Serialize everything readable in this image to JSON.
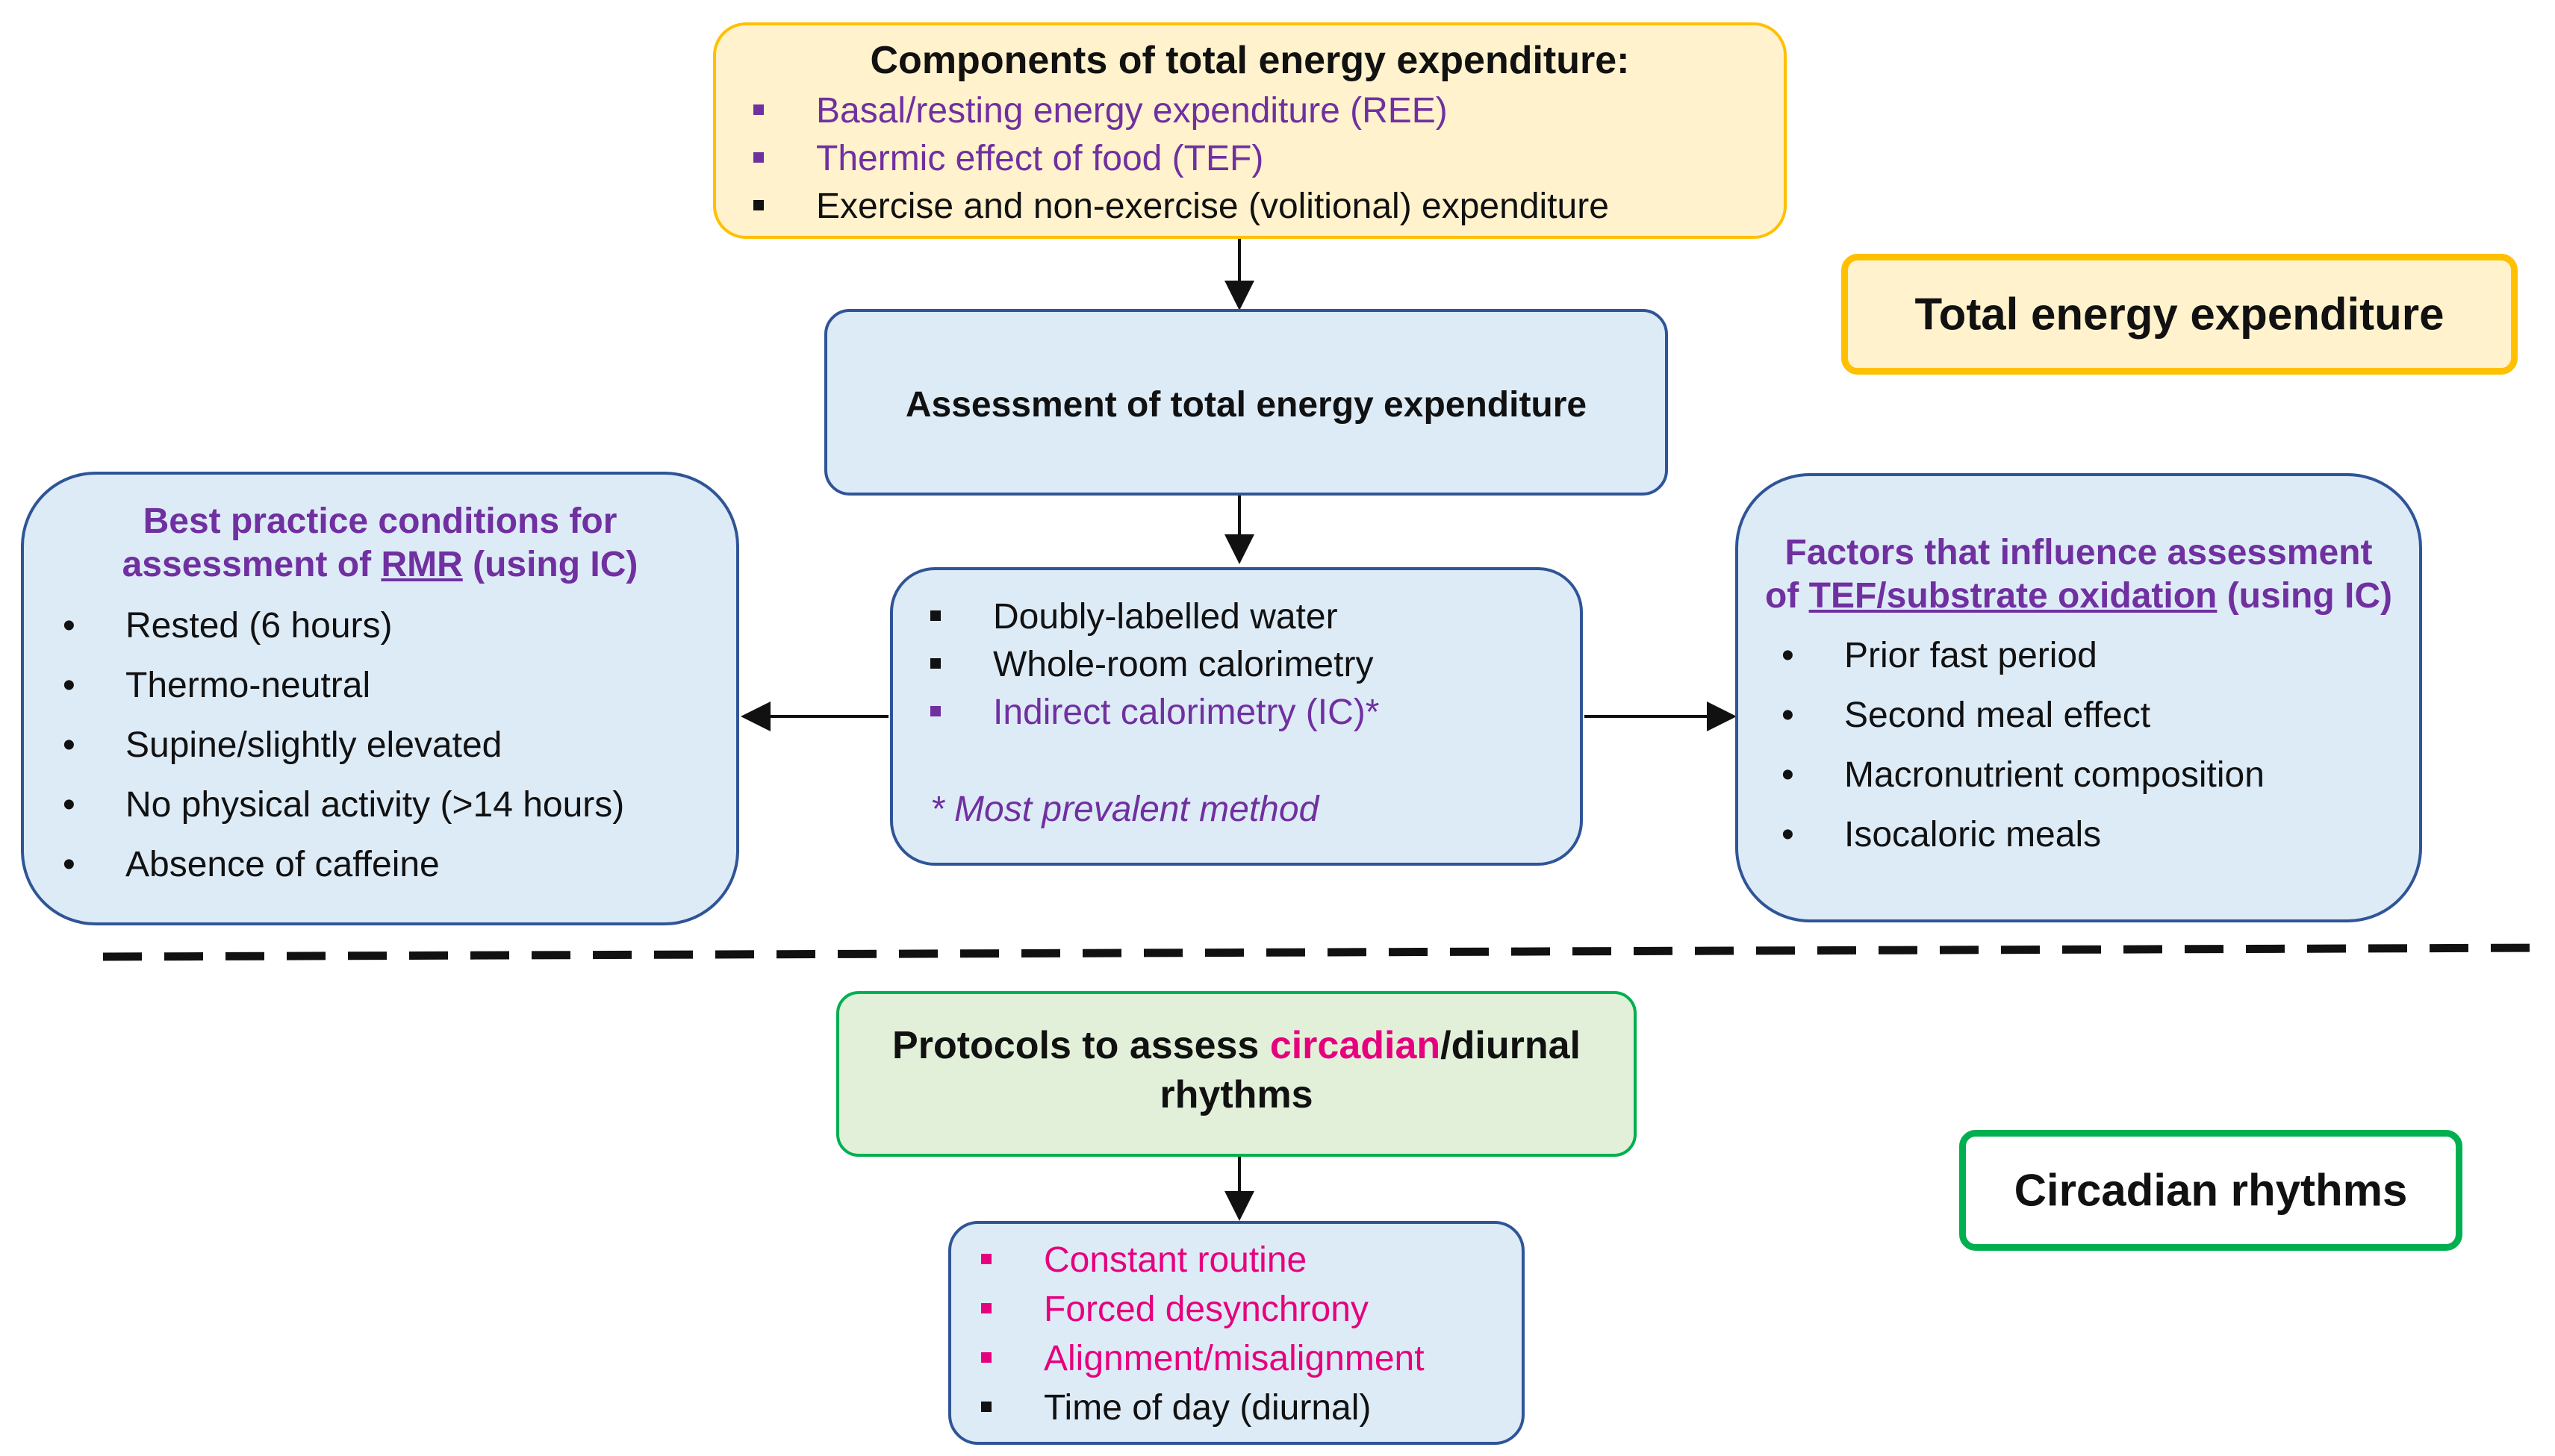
{
  "components": {
    "title": "Components  of total energy expenditure:",
    "items": [
      {
        "text": "Basal/resting energy expenditure (REE)",
        "color": "#7030a0"
      },
      {
        "text": "Thermic effect of food (TEF)",
        "color": "#7030a0"
      },
      {
        "text": "Exercise and non-exercise (volitional) expenditure",
        "color": "#111111"
      }
    ]
  },
  "tag_total": "Total energy expenditure",
  "assessment": {
    "title": "Assessment of total energy expenditure"
  },
  "rmr": {
    "title_line1": "Best practice conditions for",
    "title_line2_a": "assessment of ",
    "title_line2_b": "RMR",
    "title_line2_c": " (using IC)",
    "items": [
      "Rested (6 hours)",
      "Thermo-neutral",
      "Supine/slightly elevated",
      "No physical activity (>14 hours)",
      "Absence of caffeine"
    ]
  },
  "methods": {
    "items": [
      {
        "text": "Doubly-labelled water",
        "color": "#111111"
      },
      {
        "text": "Whole-room calorimetry",
        "color": "#111111"
      },
      {
        "text": "Indirect calorimetry (IC)*",
        "color": "#7030a0"
      }
    ],
    "note": "* Most prevalent method"
  },
  "tef": {
    "title_line1": "Factors that influence assessment",
    "title_line2_a": "of ",
    "title_line2_b": "TEF/substrate oxidation",
    "title_line2_c": " (using IC)",
    "items": [
      "Prior fast period",
      "Second meal effect",
      "Macronutrient composition",
      "Isocaloric meals"
    ]
  },
  "protocols": {
    "title_a": "Protocols  to assess ",
    "title_b": "circadian",
    "title_c": "/diurnal",
    "title_line2": "rhythms"
  },
  "tag_circadian": "Circadian rhythms",
  "circadian_list": {
    "items": [
      {
        "text": "Constant routine",
        "color": "#e6007e"
      },
      {
        "text": "Forced desynchrony",
        "color": "#e6007e"
      },
      {
        "text": "Alignment/misalignment",
        "color": "#e6007e"
      },
      {
        "text": "Time of day (diurnal)",
        "color": "#111111"
      }
    ]
  },
  "colors": {
    "yellow_fill": "#fff2cc",
    "yellow_border": "#ffc000",
    "blue_fill": "#ddebf7",
    "blue_border": "#2f5597",
    "green_fill": "#e2f0d9",
    "green_border": "#00b050",
    "purple": "#7030a0",
    "pink": "#e6007e"
  }
}
